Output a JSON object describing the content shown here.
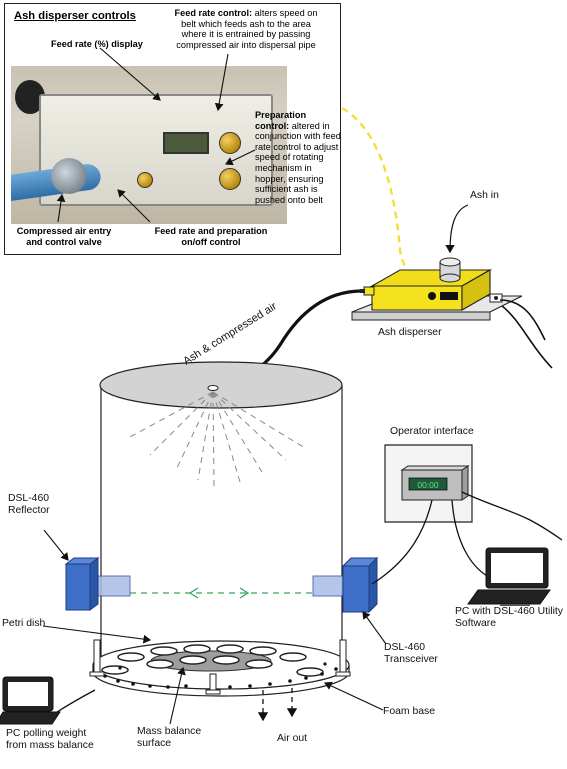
{
  "inset": {
    "title": "Ash disperser controls",
    "feed_rate_display": "Feed rate (%) display",
    "feed_rate_control_bold": "Feed rate control:",
    "feed_rate_control_rest": " alters speed on belt which feeds ash to the area where it is entrained by passing compressed air into dispersal pipe",
    "prep_control_bold": "Preparation control:",
    "prep_control_rest": " altered in conjunction with feed rate control to adjust speed of rotating mechanism in hopper, ensuring sufficient ash is pushed onto belt",
    "compressed_air": "Compressed air entry and control valve",
    "feed_prep_onoff": "Feed rate and preparation on/off control"
  },
  "diagram": {
    "ash_in": "Ash in",
    "ash_disperser": "Ash disperser",
    "ash_compressed_air": "Ash & compressed air",
    "dsl_reflector": "DSL-460 Reflector",
    "operator_interface": "Operator interface",
    "lcd_readout": "00:00",
    "pc_dsl": "PC with DSL-460 Utility Software",
    "petri_dish": "Petri dish",
    "dsl_transceiver": "DSL-460 Transceiver",
    "pc_polling": "PC polling weight from mass balance",
    "mass_balance": "Mass balance surface",
    "air_out": "Air out",
    "foam_base": "Foam base"
  }
}
